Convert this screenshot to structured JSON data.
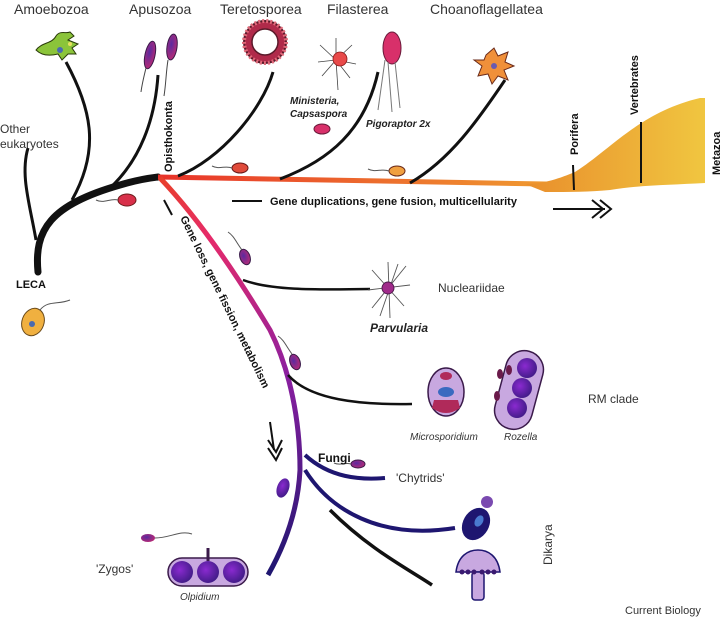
{
  "figure": {
    "top_taxa": [
      "Amoebozoa",
      "Apusozoa",
      "Teretosporea",
      "Filasterea",
      "Choanoflagellatea"
    ],
    "other_eukaryotes": [
      "Other",
      "eukaryotes"
    ],
    "root": "LECA",
    "opisthokonta": "Opisthokonta",
    "filasterea_notes": {
      "ministeria": "Ministeria,",
      "capsaspora": "Capsaspora",
      "pigoraptor": "Pigoraptor 2x"
    },
    "metazoa_branch": {
      "porifera": "Porifera",
      "vertebrates": "Vertebrates",
      "metazoa": "Metazoa"
    },
    "holozoa_trend": "Gene duplications, gene fusion, multicellularity",
    "holomycota_trend": "Gene loss, gene fission, metabolism",
    "nucleariidae": {
      "label": "Nucleariidae",
      "example": "Parvularia"
    },
    "rm_clade": {
      "label": "RM clade",
      "microsporidium": "Microsporidium",
      "rozella": "Rozella"
    },
    "fungi": {
      "label": "Fungi",
      "chytrids": "'Chytrids'",
      "dikarya": "Dikarya",
      "zygos": "'Zygos'",
      "olpidium": "Olpidium"
    },
    "credit": "Current Biology",
    "colors": {
      "trunk": "#111111",
      "holozoa_start": "#e8322a",
      "holozoa_end": "#f0a030",
      "metazoa_fill": "#eab23a",
      "holomycota_start": "#e62a6a",
      "holomycota_mid": "#8a1fa0",
      "holomycota_end": "#2a1a78"
    }
  }
}
